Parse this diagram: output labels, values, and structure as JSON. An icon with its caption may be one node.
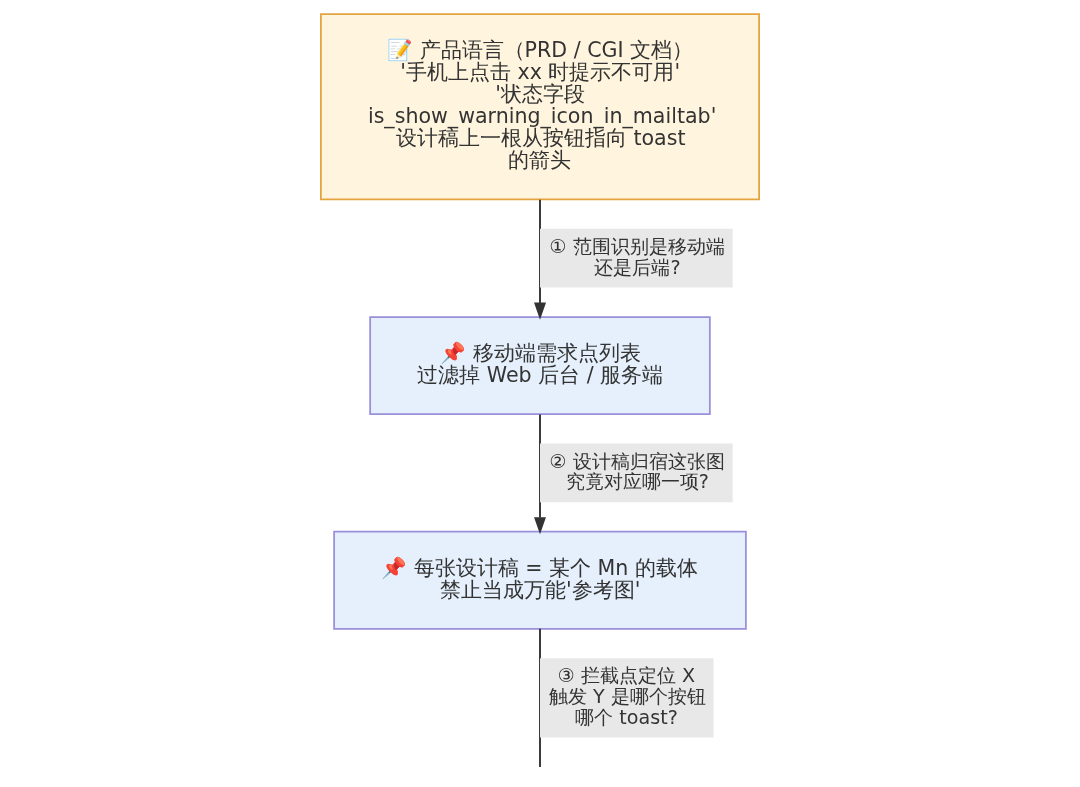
{
  "diagram": {
    "nodes": [
      {
        "text": [
          "📝 产品语言（PRD / CGI 文档）",
          "'手机上点击 xx 时提示不可用'",
          "'状态字段 is_show_warning_icon_in_mailtab'",
          "设计稿上一根从按钮指向 toast 的箭头"
        ]
      },
      {
        "text": [
          "📌 移动端需求点列表",
          "过滤掉 Web 后台 / 服务端"
        ]
      },
      {
        "text": [
          "📌 每张设计稿 = 某个 Mn 的载体",
          "禁止当成万能'参考图'"
        ]
      }
    ],
    "edges": [
      {
        "from": 0,
        "to": 1,
        "arrow": "to",
        "label": "① 范围识别是移动端还是后端?"
      },
      {
        "from": 1,
        "to": 2,
        "arrow": "to",
        "label": "② 设计稿归宿这张图究竟对应哪一项?"
      },
      {
        "from": 2,
        "to": null,
        "arrow": "none",
        "label": "③ 拦截点定位 X 触发 Y 是哪个按钮哪个 toast?"
      }
    ]
  }
}
